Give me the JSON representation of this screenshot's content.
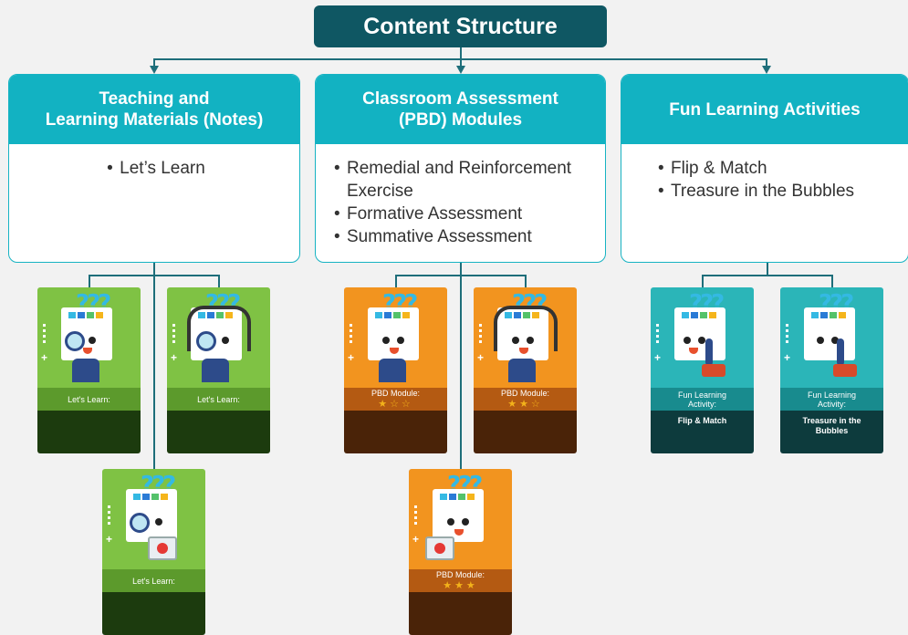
{
  "title": "Content Structure",
  "columns": [
    {
      "heading": "Teaching and\nLearning Materials (Notes)",
      "items": [
        "Let’s Learn"
      ]
    },
    {
      "heading": "Classroom Assessment\n(PBD) Modules",
      "items": [
        "Remedial and Reinforcement Exercise",
        "Formative Assessment",
        "Summative Assessment"
      ]
    },
    {
      "heading": "Fun Learning Activities",
      "items": [
        "Flip & Match",
        "Treasure in the Bubbles"
      ]
    }
  ],
  "cards": {
    "lets_learn": [
      {
        "label": "Let's Learn:",
        "prop": "magnifier"
      },
      {
        "label": "Let's Learn:",
        "prop": "headphones"
      },
      {
        "label": "Let's Learn:",
        "prop": "video"
      }
    ],
    "pbd": [
      {
        "label": "PBD Module:",
        "stars_filled": 1,
        "stars_total": 3,
        "stars": "★☆☆"
      },
      {
        "label": "PBD Module:",
        "stars_filled": 2,
        "stars_total": 3,
        "stars": "★★☆"
      },
      {
        "label": "PBD Module:",
        "stars_filled": 3,
        "stars_total": 3,
        "stars": "★★★"
      }
    ],
    "fun": [
      {
        "label": "Fun Learning Activity:",
        "name": "Flip & Match"
      },
      {
        "label": "Fun Learning Activity:",
        "name": "Treasure in the Bubbles"
      }
    ]
  },
  "icons": [
    "question-marks-icon",
    "magnifier-icon",
    "headphones-icon",
    "video-play-icon",
    "joystick-icon",
    "star-icon"
  ],
  "colors": {
    "root": "#0f5763",
    "header": "#12b2c2",
    "green": "#7fc244",
    "orange": "#f2941f",
    "teal": "#2bb5b8"
  }
}
